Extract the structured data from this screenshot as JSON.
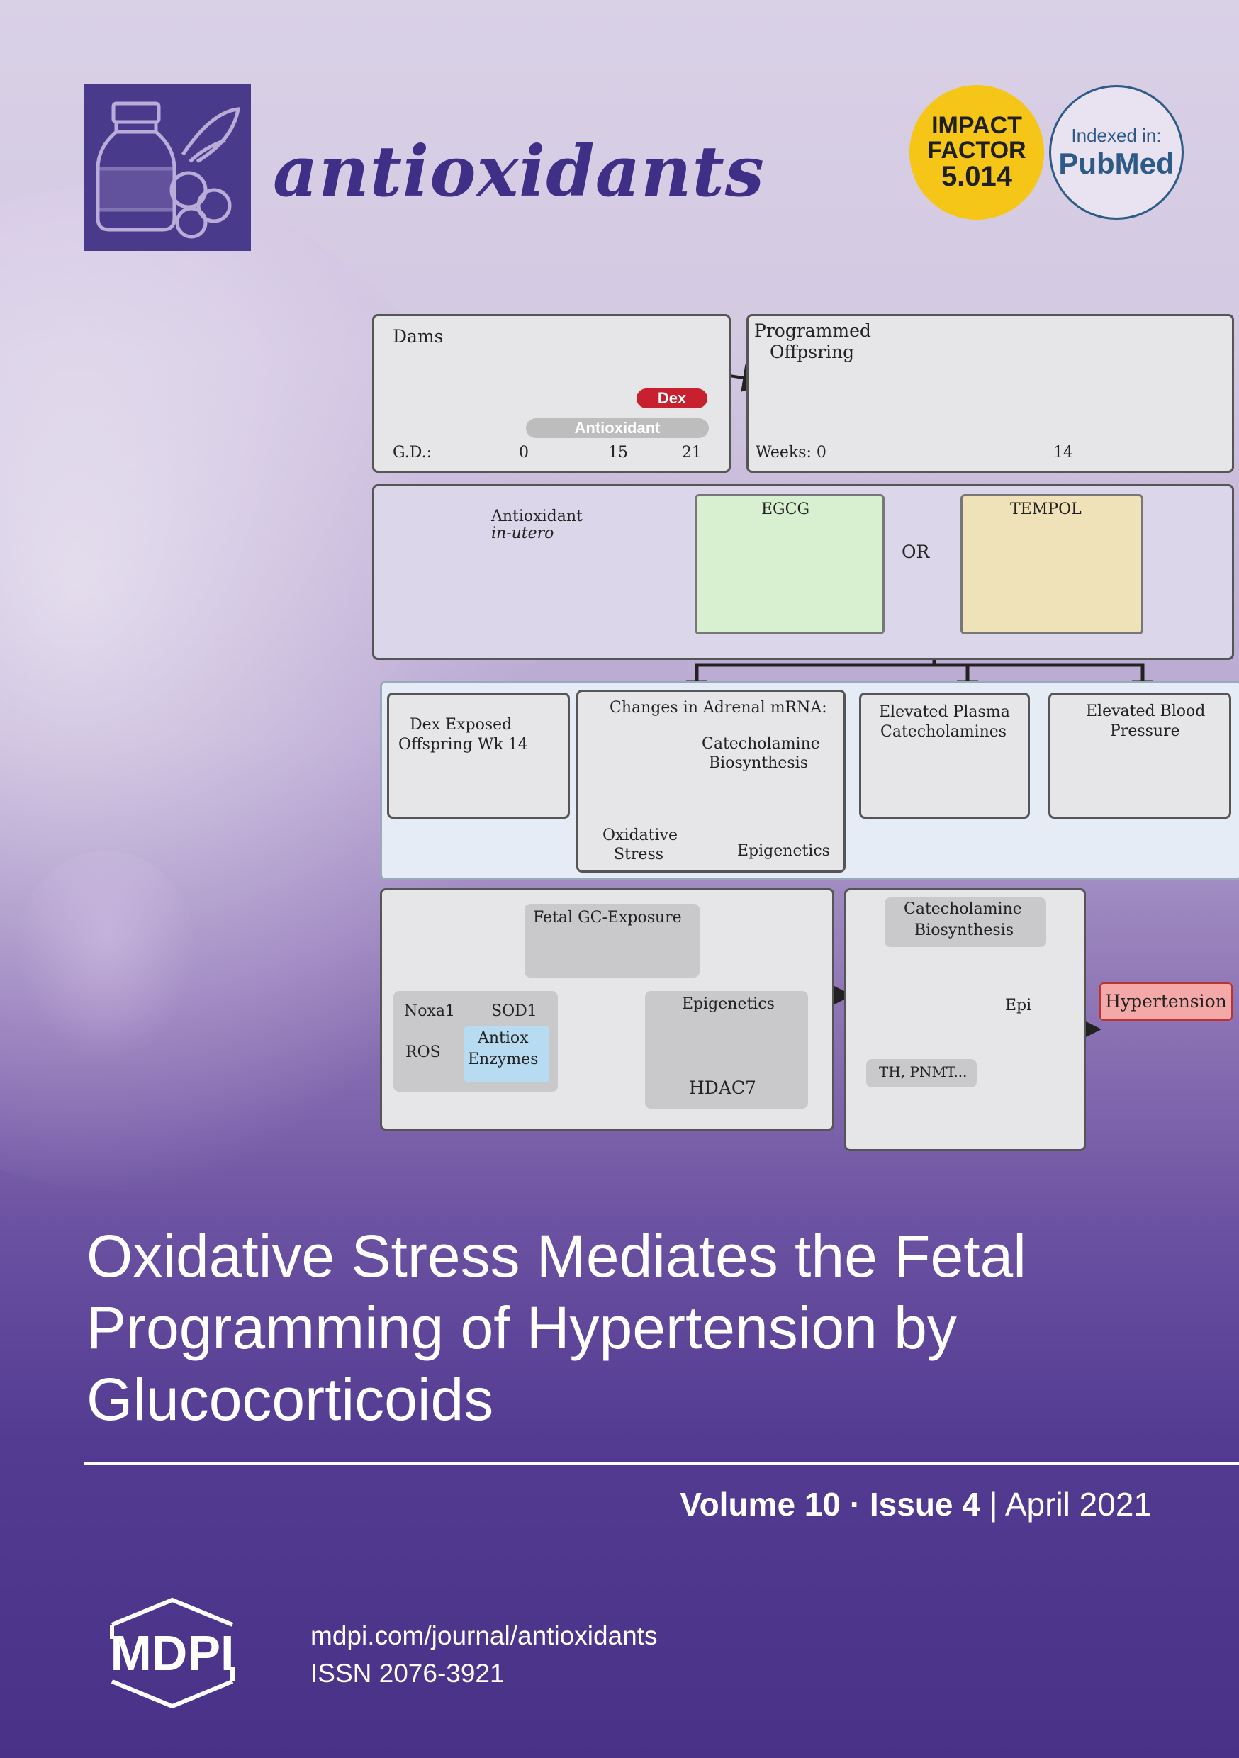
{
  "header": {
    "journal_title": "antioxidants",
    "impact_line1": "IMPACT",
    "impact_line2": "FACTOR",
    "impact_value": "5.014",
    "indexed_label": "Indexed in:",
    "indexed_db": "PubMed"
  },
  "abstract": {
    "p1_dams": "Dams",
    "p1_dex": "Dex",
    "p1_antioxidant": "Antioxidant",
    "p1_gd": "G.D.:",
    "p1_gd_ticks": [
      "0",
      "15",
      "21"
    ],
    "p2_title_l1": "Programmed",
    "p2_title_l2": "Offpsring",
    "p2_weeks": "Weeks: 0",
    "p2_week14": "14",
    "p3_antioxidant_l1": "Antioxidant",
    "p3_antioxidant_l2": "in-utero",
    "p3_egcg": "EGCG",
    "p3_or": "OR",
    "p3_tempol": "TEMPOL",
    "p4_dex_l1": "Dex Exposed",
    "p4_dex_l2": "Offspring Wk 14",
    "p4_changes": "Changes in Adrenal mRNA:",
    "p4_cat_l1": "Catecholamine",
    "p4_cat_l2": "Biosynthesis",
    "p4_ox_l1": "Oxidative",
    "p4_ox_l2": "Stress",
    "p4_epi": "Epigenetics",
    "p4_plasma_l1": "Elevated Plasma",
    "p4_plasma_l2": "Catecholamines",
    "p4_bp_l1": "Elevated Blood",
    "p4_bp_l2": "Pressure",
    "p5_fetal": "Fetal GC-Exposure",
    "p5_noxa": "Noxa1",
    "p5_sod": "SOD1",
    "p5_ros": "ROS",
    "p5_antiox_l1": "Antiox",
    "p5_antiox_l2": "Enzymes",
    "p5_epi": "Epigenetics",
    "p5_hdac": "HDAC7",
    "p6_cat_l1": "Catecholamine",
    "p6_cat_l2": "Biosynthesis",
    "p6_epi": "Epi",
    "p6_th": "TH, PNMT...",
    "hypertension": "Hypertension"
  },
  "article": {
    "title": "Oxidative Stress Mediates the Fetal Programming of Hypertension by Glucocorticoids",
    "volume": "Volume 10",
    "sep": " · ",
    "issue": "Issue 4",
    "pipe": " | ",
    "date": "April 2021"
  },
  "footer": {
    "publisher": "MDPI",
    "url": "mdpi.com/journal/antioxidants",
    "issn": "ISSN 2076-3921"
  },
  "colors": {
    "brand_purple": "#4a3a8c",
    "impact_yellow": "#f5c518",
    "pubmed_blue": "#2d5a86",
    "dex_red": "#c8202e"
  }
}
